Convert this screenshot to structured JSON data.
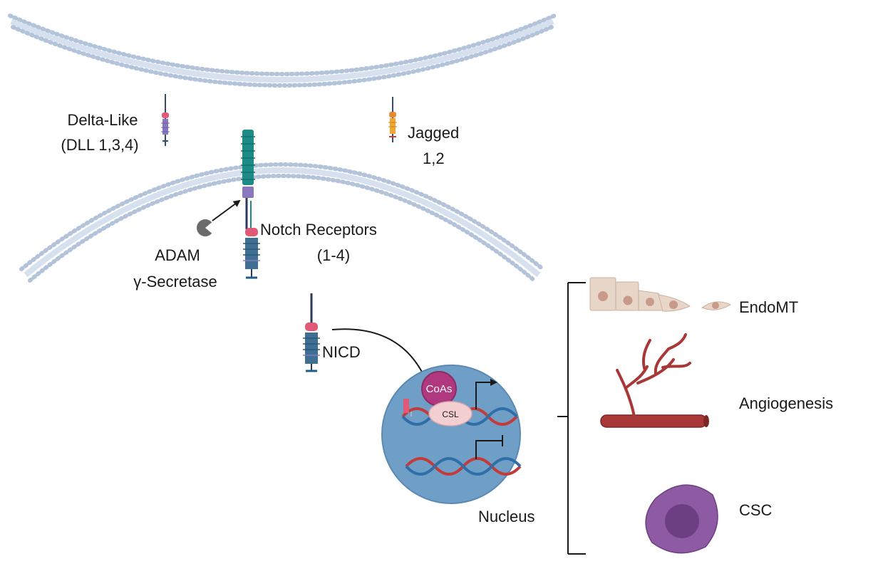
{
  "labels": {
    "delta_like_1": "Delta-Like",
    "delta_like_2": "(DLL 1,3,4)",
    "jagged_1": "Jagged",
    "jagged_2": "1,2",
    "notch_1": "Notch Receptors",
    "notch_2": "(1-4)",
    "adam": "ADAM",
    "secretase": "γ-Secretase",
    "nicd": "NICD",
    "coas": "CoAs",
    "csl": "CSL",
    "nucleus": "Nucleus",
    "endomt": "EndoMT",
    "angiogenesis": "Angiogenesis",
    "csc": "CSC"
  },
  "colors": {
    "membrane_head": "#9fb3cf",
    "membrane_tail": "#c9d5e6",
    "notch_teal": "#1e8c86",
    "notch_blue": "#3f6f93",
    "pink": "#e05a78",
    "purple_tm": "#8a78bf",
    "nucleus": "#6f9fc7",
    "coas": "#b0387f",
    "csl": "#f3cfd2",
    "dna_red": "#c23a3a",
    "dna_blue": "#2f6ea8",
    "vessel": "#a83838",
    "cell_beige": "#e8d6c8",
    "csc_outer": "#8e5aa3",
    "csc_inner": "#6c3f82"
  }
}
